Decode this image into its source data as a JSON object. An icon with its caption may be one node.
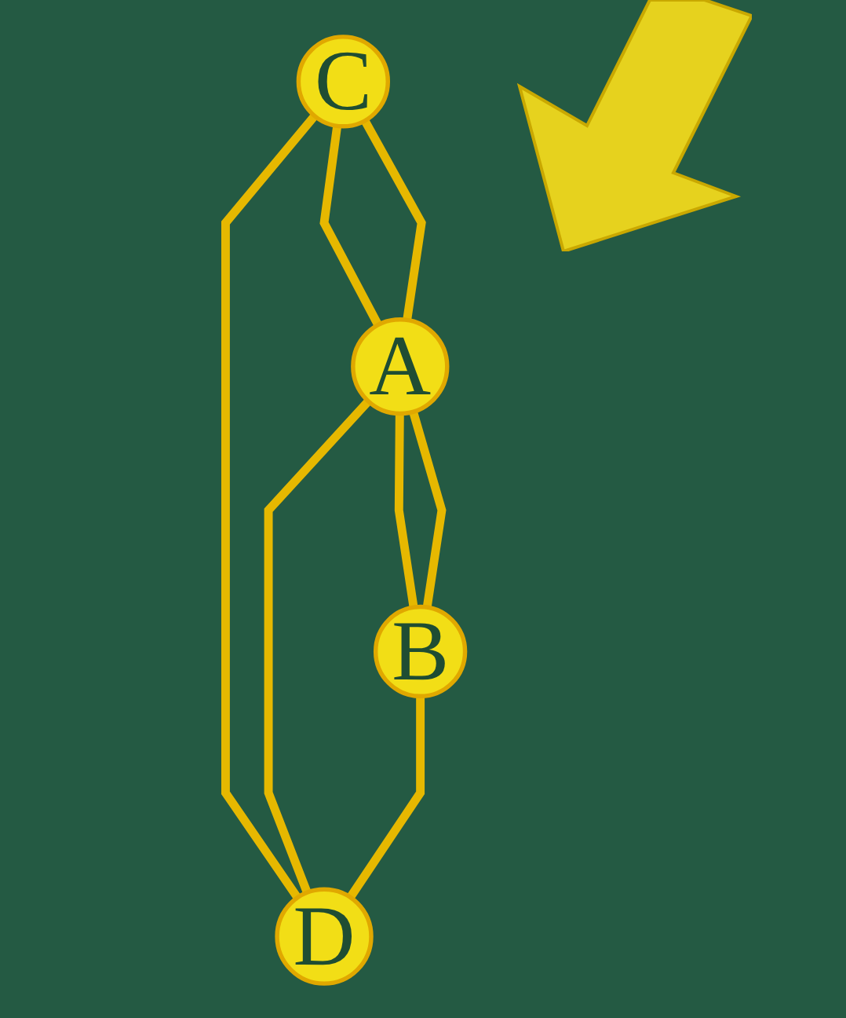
{
  "diagram": {
    "nodes": [
      {
        "text": [
          "C"
        ]
      },
      {
        "text": [
          "A"
        ]
      },
      {
        "text": [
          "D"
        ]
      },
      {
        "text": [
          "B"
        ]
      }
    ],
    "edges": [
      {
        "from": 0,
        "to": 1,
        "arrow": "none"
      },
      {
        "from": 0,
        "to": 1,
        "arrow": "none"
      },
      {
        "from": 0,
        "to": 2,
        "arrow": "none"
      },
      {
        "from": 1,
        "to": 2,
        "arrow": "none"
      },
      {
        "from": 1,
        "to": 3,
        "arrow": "none"
      },
      {
        "from": 1,
        "to": 3,
        "arrow": "none"
      },
      {
        "from": 3,
        "to": 2,
        "arrow": "none"
      }
    ]
  }
}
